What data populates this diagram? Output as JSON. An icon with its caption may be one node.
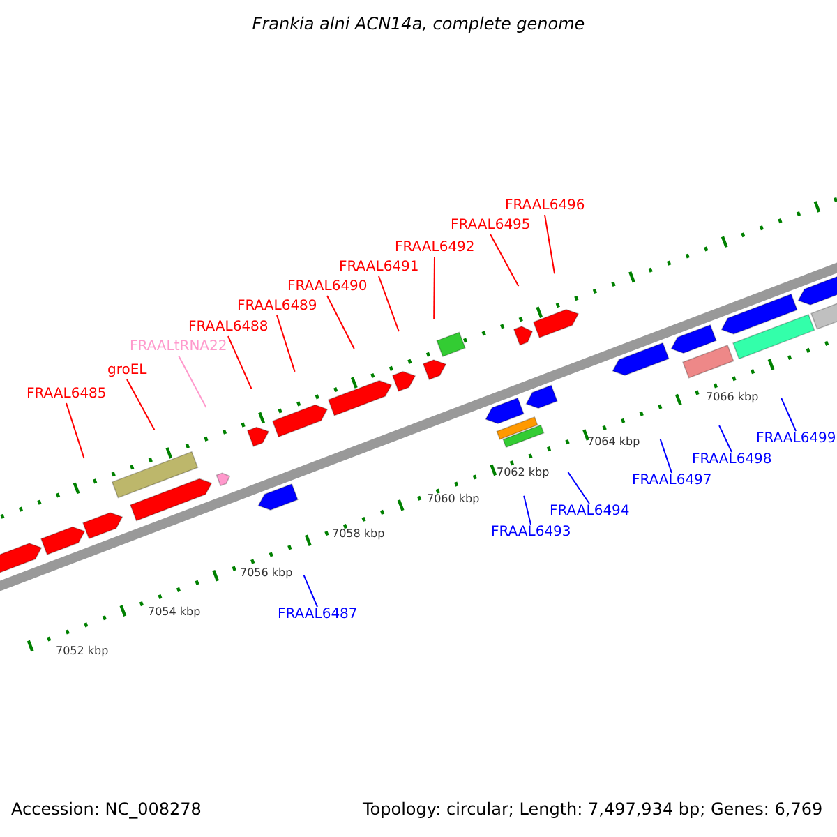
{
  "diagram": {
    "title": "Frankia alni ACN14a, complete genome",
    "nodes": [
      {
        "text": [
          "FRAAL6496"
        ]
      },
      {
        "text": [
          "FRAAL6495"
        ]
      },
      {
        "text": [
          "FRAAL6492"
        ]
      },
      {
        "text": [
          "FRAAL6491"
        ]
      },
      {
        "text": [
          "FRAAL6490"
        ]
      },
      {
        "text": [
          "FRAAL6489"
        ]
      },
      {
        "text": [
          "FRAAL6488"
        ]
      },
      {
        "text": [
          "FRAALtRNA22"
        ]
      },
      {
        "text": [
          "groEL"
        ]
      },
      {
        "text": [
          "FRAAL6485"
        ]
      },
      {
        "text": [
          "FRAAL6499"
        ]
      },
      {
        "text": [
          "FRAAL6498"
        ]
      },
      {
        "text": [
          "FRAAL6497"
        ]
      },
      {
        "text": [
          "FRAAL6494"
        ]
      },
      {
        "text": [
          "FRAAL6493"
        ]
      },
      {
        "text": [
          "FRAAL6487"
        ]
      }
    ],
    "edges": [
      {
        "from": 0,
        "to": null,
        "arrow": "none"
      },
      {
        "from": 1,
        "to": null,
        "arrow": "none"
      },
      {
        "from": 2,
        "to": null,
        "arrow": "none"
      },
      {
        "from": 3,
        "to": null,
        "arrow": "none"
      },
      {
        "from": 4,
        "to": null,
        "arrow": "none"
      },
      {
        "from": 5,
        "to": null,
        "arrow": "none"
      },
      {
        "from": 6,
        "to": null,
        "arrow": "none"
      },
      {
        "from": 7,
        "to": null,
        "arrow": "none",
        "color": "#ff99cc"
      },
      {
        "from": 8,
        "to": null,
        "arrow": "none"
      },
      {
        "from": 9,
        "to": null,
        "arrow": "none"
      },
      {
        "from": 10,
        "to": null,
        "arrow": "none",
        "color": "#0000ff"
      },
      {
        "from": 11,
        "to": null,
        "arrow": "none",
        "color": "#0000ff"
      },
      {
        "from": 12,
        "to": null,
        "arrow": "none",
        "color": "#0000ff"
      },
      {
        "from": 13,
        "to": null,
        "arrow": "none",
        "color": "#0000ff"
      },
      {
        "from": 14,
        "to": null,
        "arrow": "none",
        "color": "#0000ff"
      },
      {
        "from": 15,
        "to": null,
        "arrow": "none",
        "color": "#0000ff"
      }
    ],
    "labels": [
      "7052 kbp",
      "7054 kbp",
      "7056 kbp",
      "7058 kbp",
      "7060 kbp",
      "7062 kbp",
      "7064 kbp",
      "7066 kbp",
      "Accession: NC_008278",
      "Topology: circular; Length: 7,497,934 bp; Genes: 6,769"
    ]
  }
}
